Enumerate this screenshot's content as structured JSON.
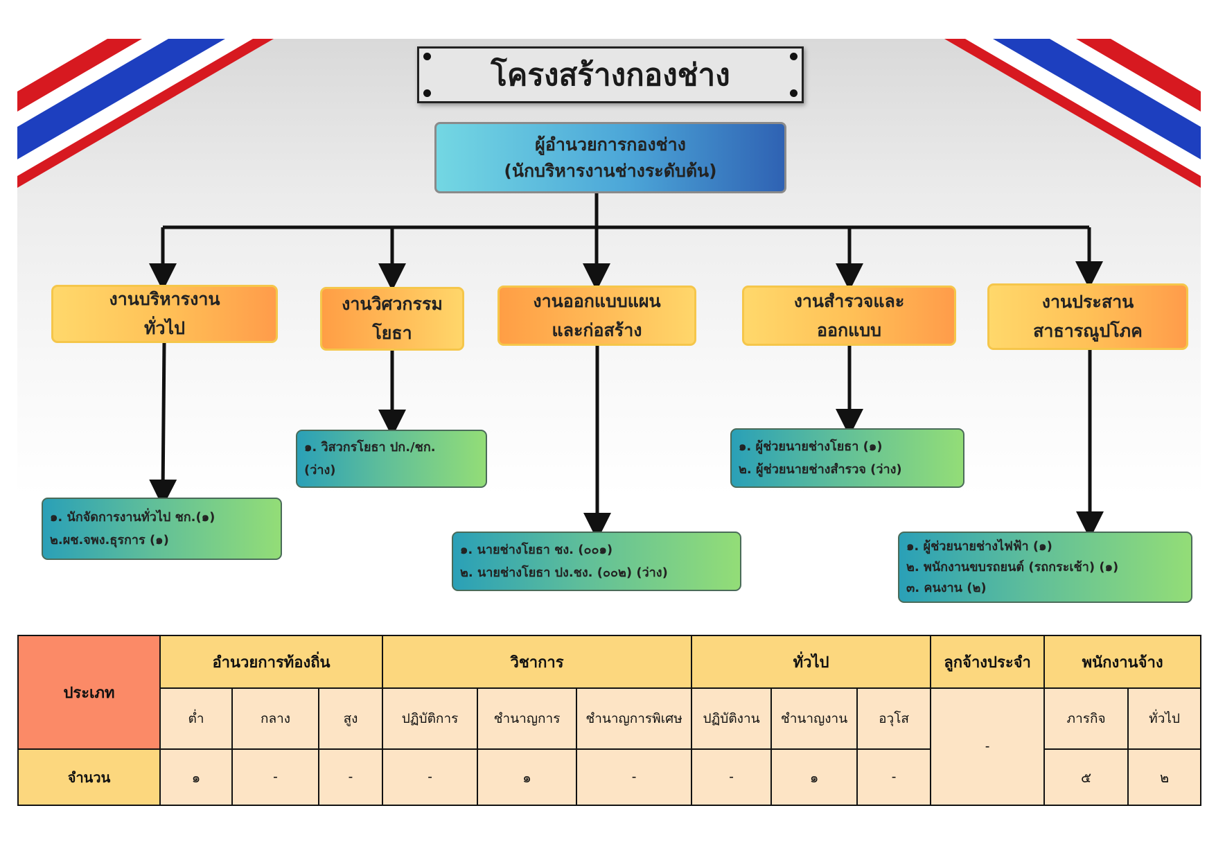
{
  "title": "โครงสร้างกองช่าง",
  "head": {
    "line1": "ผู้อำนวยการกองช่าง",
    "line2": "(นักบริหารงานช่างระดับต้น)"
  },
  "departments": [
    {
      "line1": "งานบริหารงาน",
      "line2": "ทั่วไป",
      "staff": [
        "๑. นักจัดการงานทั่วไป ชก.(๑)",
        "๒.ผช.จพง.ธุรการ (๑)"
      ]
    },
    {
      "line1": "งานวิศวกรรม",
      "line2": "โยธา",
      "staff": [
        "๑. วิสวกรโยธา ปก./ชก.",
        "(ว่าง)"
      ]
    },
    {
      "line1": "งานออกแบบแผน",
      "line2": "และก่อสร้าง",
      "staff": [
        "๑. นายช่างโยธา ชง. (๐๐๑)",
        "๒. นายช่างโยธา ปง.ชง. (๐๐๒) (ว่าง)"
      ]
    },
    {
      "line1": "งานสำรวจและ",
      "line2": "ออกแบบ",
      "staff": [
        "๑. ผู้ช่วยนายช่างโยธา (๑)",
        "๒. ผู้ช่วยนายช่างสำรวจ (ว่าง)"
      ]
    },
    {
      "line1": "งานประสาน",
      "line2": "สาธารณูปโภค",
      "staff": [
        "๑. ผู้ช่วยนายช่างไฟฟ้า (๑)",
        "๒. พนักงานขบรถยนต์ (รถกระเช้า) (๑)",
        "๓. คนงาน (๒)"
      ]
    }
  ],
  "table": {
    "type_label": "ประเภท",
    "count_label": "จำนวน",
    "groups": [
      "อำนวยการท้องถิ่น",
      "วิชาการ",
      "ทั่วไป",
      "ลูกจ้างประจำ",
      "พนักงานจ้าง"
    ],
    "sub_admin": [
      "ต่ำ",
      "กลาง",
      "สูง"
    ],
    "sub_academic": [
      "ปฏิบัติการ",
      "ชำนาญการ",
      "ชำนาญการพิเศษ"
    ],
    "sub_general": [
      "ปฏิบัติงาน",
      "ชำนาญงาน",
      "อวุโส"
    ],
    "sub_employee": [
      "ภารกิจ",
      "ทั่วไป"
    ],
    "counts_admin": [
      "๑",
      "-",
      "-"
    ],
    "counts_academic": [
      "-",
      "๑",
      "-"
    ],
    "counts_general": [
      "-",
      "๑",
      "-"
    ],
    "count_permanent": "-",
    "counts_employee": [
      "๕",
      "๒"
    ]
  },
  "colors": {
    "flag_red": "#d71920",
    "flag_blue": "#1d3fbf",
    "head_gradient": [
      "#73d7e3",
      "#2f62b3"
    ],
    "dept_gradient": [
      "#ffd86b",
      "#ff9c4a"
    ],
    "staff_gradient": [
      "#2aa0b7",
      "#93dd77"
    ],
    "table_type": "#fb8a67",
    "table_header": "#fcd77e",
    "table_cell": "#fde4c5"
  }
}
